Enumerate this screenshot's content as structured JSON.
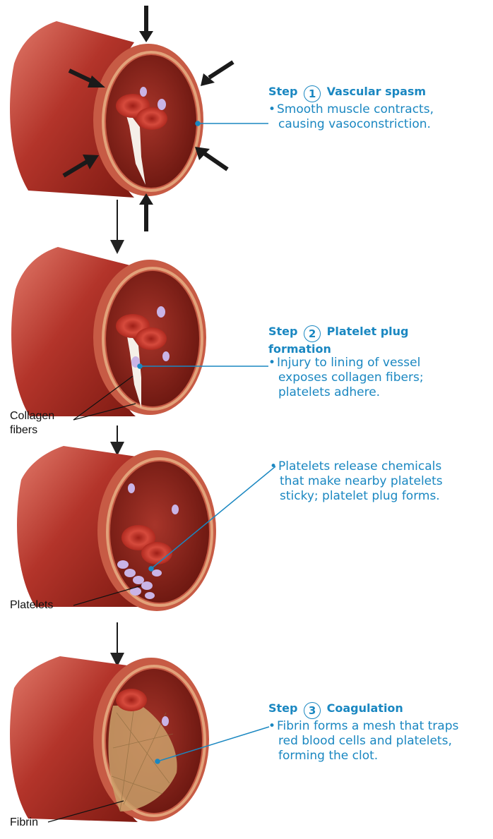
{
  "steps": [
    {
      "heading_prefix": "Step",
      "number": "1",
      "title": "Vascular spasm",
      "title_line2": "",
      "bullet_lines": [
        "Smooth muscle contracts,",
        "causing vasoconstriction."
      ]
    },
    {
      "heading_prefix": "Step",
      "number": "2",
      "title": "Platelet plug",
      "title_line2": "formation",
      "bullet_lines": [
        "Injury to lining of vessel",
        "exposes collagen fibers;",
        "platelets adhere."
      ]
    },
    {
      "bullet_lines": [
        "Platelets release chemicals",
        "that make nearby platelets",
        "sticky; platelet plug forms."
      ]
    },
    {
      "heading_prefix": "Step",
      "number": "3",
      "title": "Coagulation",
      "title_line2": "",
      "bullet_lines": [
        "Fibrin forms a mesh that traps",
        "red blood cells and platelets,",
        "forming the clot."
      ]
    }
  ],
  "labels": {
    "collagen_line1": "Collagen",
    "collagen_line2": "fibers",
    "platelets": "Platelets",
    "fibrin": "Fibrin"
  },
  "colors": {
    "text_blue": "#1a87c1",
    "vessel_dark": "#8e1d14",
    "vessel_mid": "#b3342a",
    "vessel_light": "#d45a4a",
    "vessel_inner": "#c96a52",
    "platelet": "#c9b4e6",
    "rbc": "#c0392b",
    "fibrin": "#caa06a"
  }
}
